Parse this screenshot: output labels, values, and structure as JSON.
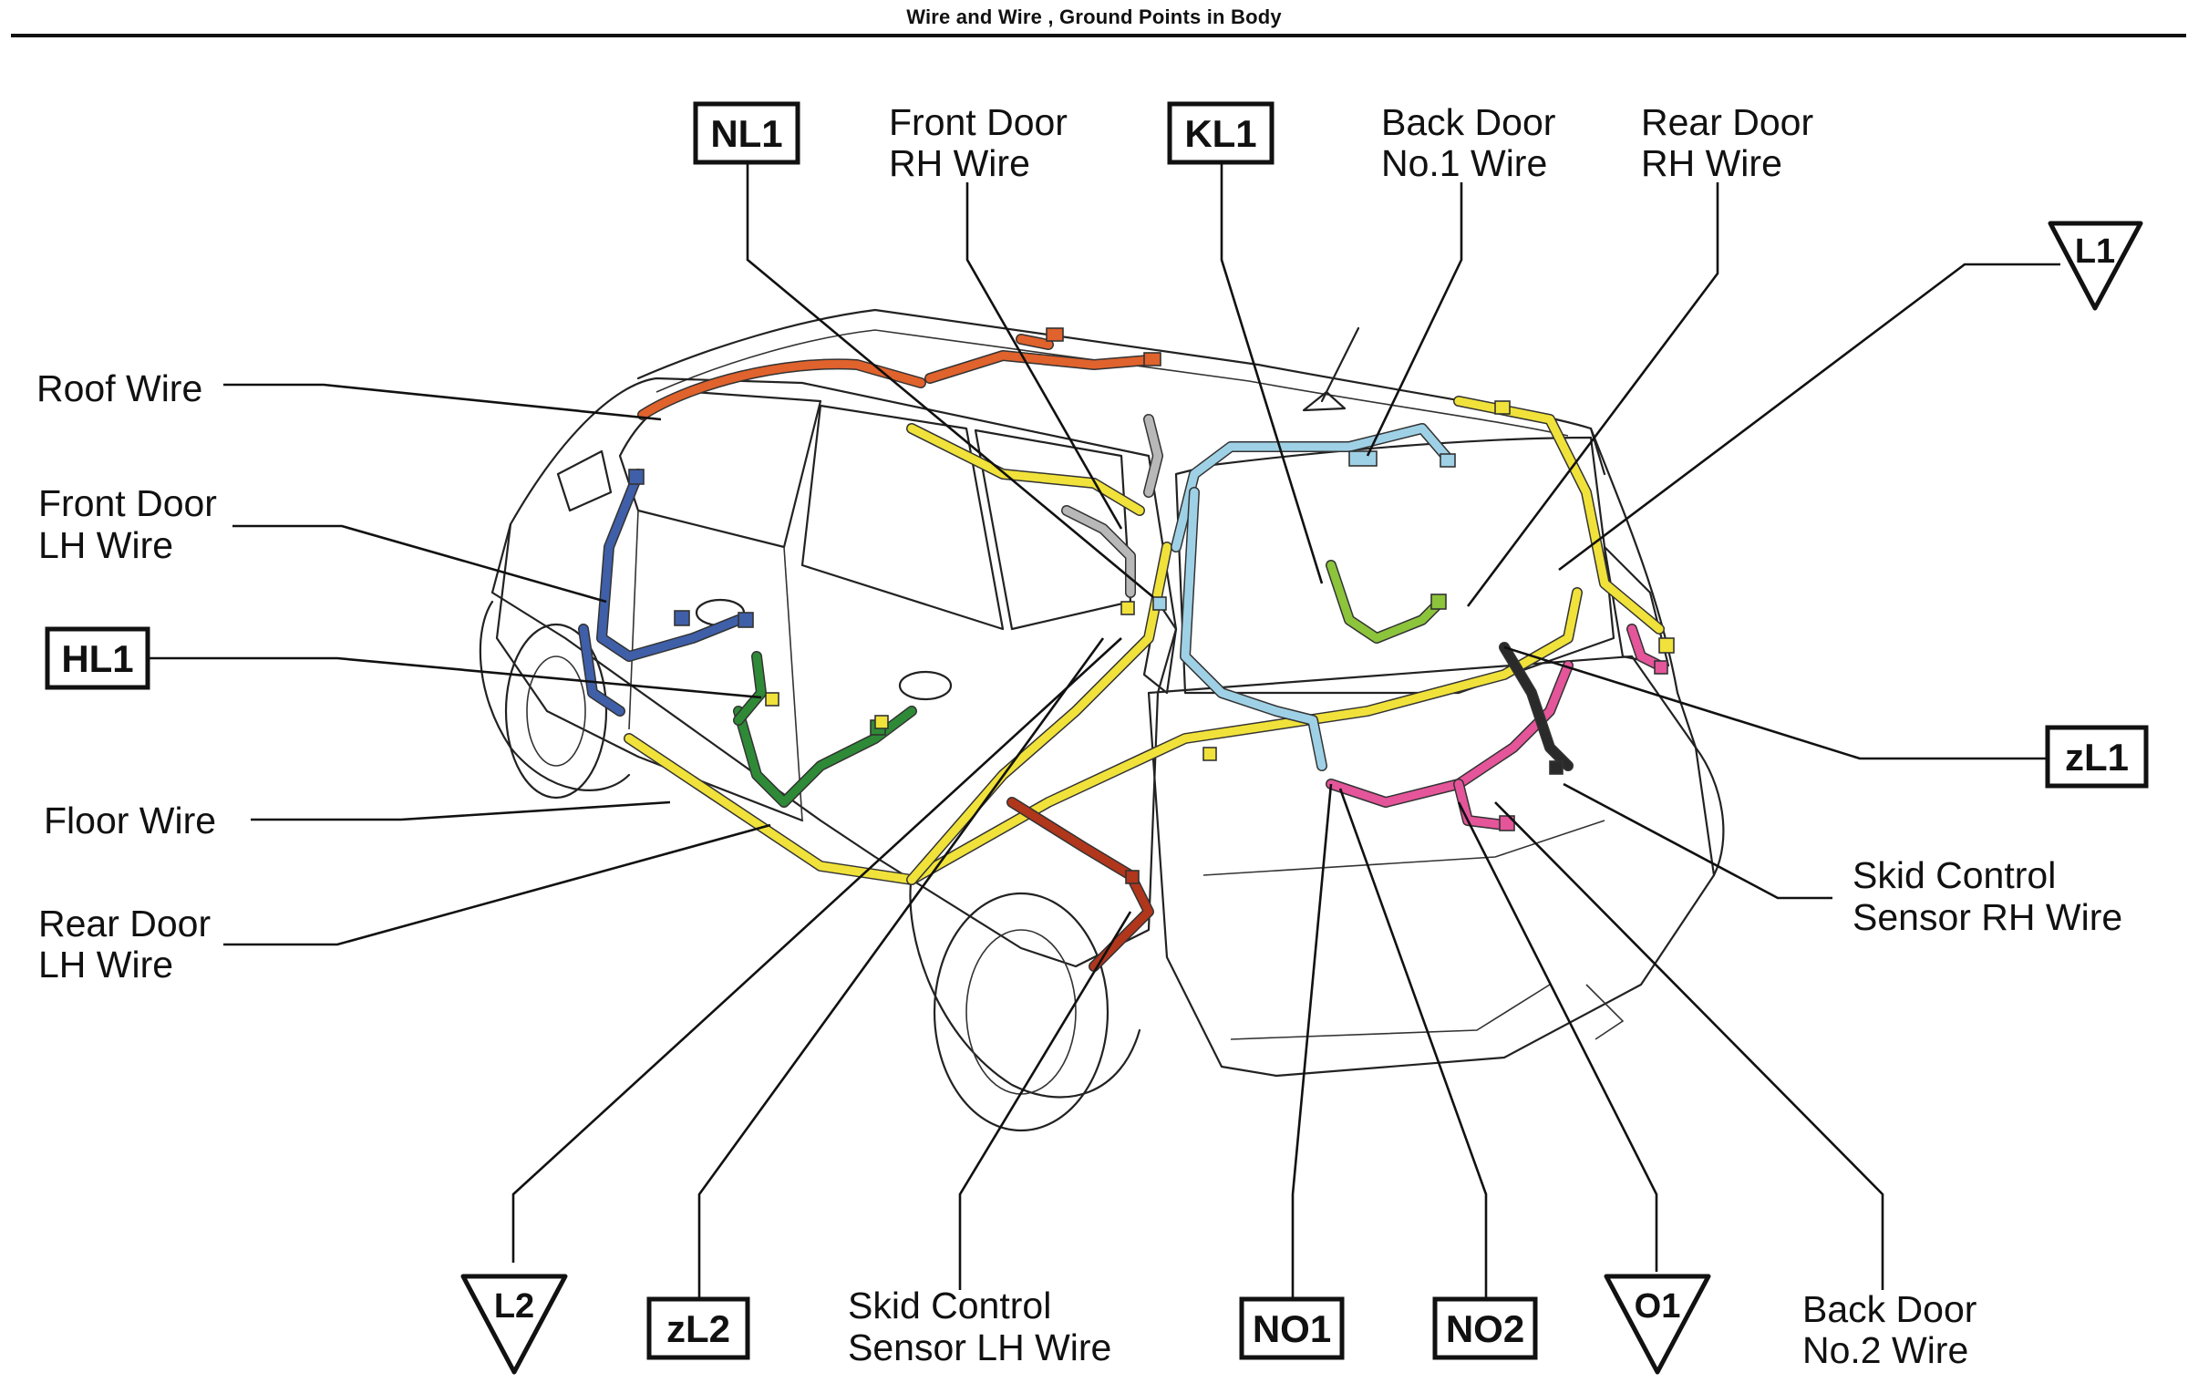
{
  "title": "Wire and Wire , Ground Points in Body",
  "wire_labels": {
    "roof_wire": [
      "Roof Wire"
    ],
    "front_door_lh_wire": [
      "Front Door",
      "LH Wire"
    ],
    "floor_wire": [
      "Floor Wire"
    ],
    "rear_door_lh_wire": [
      "Rear Door",
      "LH Wire"
    ],
    "front_door_rh_wire": [
      "Front Door",
      "RH Wire"
    ],
    "back_door_no1_wire": [
      "Back Door",
      "No.1 Wire"
    ],
    "rear_door_rh_wire": [
      "Rear Door",
      "RH Wire"
    ],
    "skid_control_sensor_rh_wire": [
      "Skid Control",
      "Sensor RH Wire"
    ],
    "skid_control_sensor_lh_wire": [
      "Skid Control",
      "Sensor LH Wire"
    ],
    "back_door_no2_wire": [
      "Back Door",
      "No.2 Wire"
    ]
  },
  "box_codes": {
    "nl1": "NL1",
    "kl1": "KL1",
    "hl1": "HL1",
    "zl1": "zL1",
    "zl2": "zL2",
    "no1": "NO1",
    "no2": "NO2"
  },
  "ground_points": {
    "l1": "L1",
    "l2": "L2",
    "o1": "O1"
  },
  "colors": {
    "roof_wire": "#e0622c",
    "front_door_lh_wire": "#3f5fa8",
    "floor_wire": "#f0e23a",
    "rear_door_lh_wire": "#2e8a36",
    "back_door_no1_wire": "#9fd1e6",
    "back_door_no2_wire": "#e4559a",
    "rear_door_rh_wire": "#8cc43c",
    "skid_control_sensor_lh_wire": "#b0361c",
    "skid_control_sensor_rh_wire": "#2a2a2a",
    "front_door_rh_wire": "#b8b8b8"
  }
}
